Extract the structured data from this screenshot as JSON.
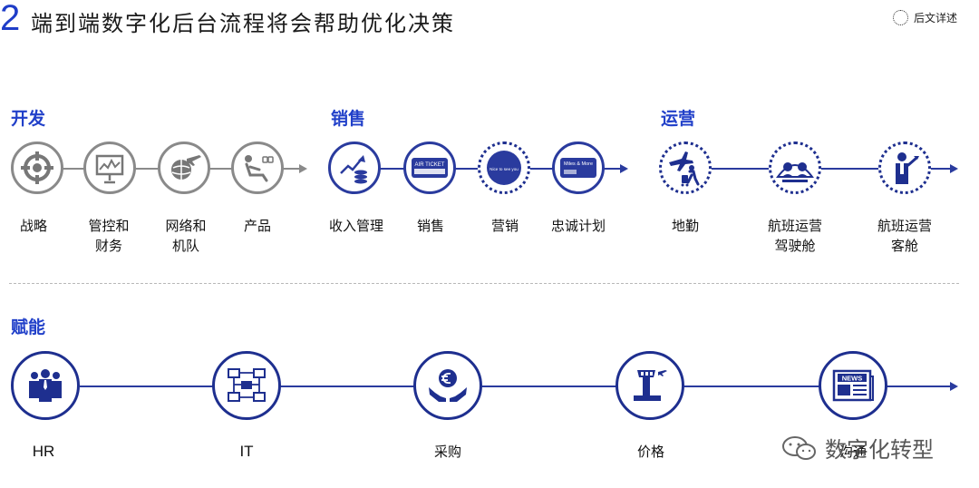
{
  "header": {
    "slide_number": "2",
    "title": "端到端数字化后台流程将会帮助优化决策",
    "detail_label": "后文详述"
  },
  "sections": {
    "develop": {
      "title": "开发",
      "items": [
        "战略",
        "管控和\n财务",
        "网络和\n机队",
        "产品"
      ]
    },
    "sales": {
      "title": "销售",
      "items": [
        "收入管理",
        "销售",
        "营销",
        "忠诚计划"
      ]
    },
    "operations": {
      "title": "运营",
      "items": [
        "地勤",
        "航班运营\n驾驶舱",
        "航班运营\n客舱"
      ]
    },
    "enable": {
      "title": "赋能",
      "items": [
        "HR",
        "IT",
        "采购",
        "价格",
        "沟通"
      ]
    }
  },
  "icon_text": {
    "ticket": "AIR TICKET",
    "nice": "Nice to see you",
    "miles": "Miles & More",
    "news": "NEWS"
  },
  "watermark": "数字化转型",
  "colors": {
    "accent": "#2140c9",
    "navy": "#1e2f8f",
    "gray": "#8a8a8a"
  }
}
